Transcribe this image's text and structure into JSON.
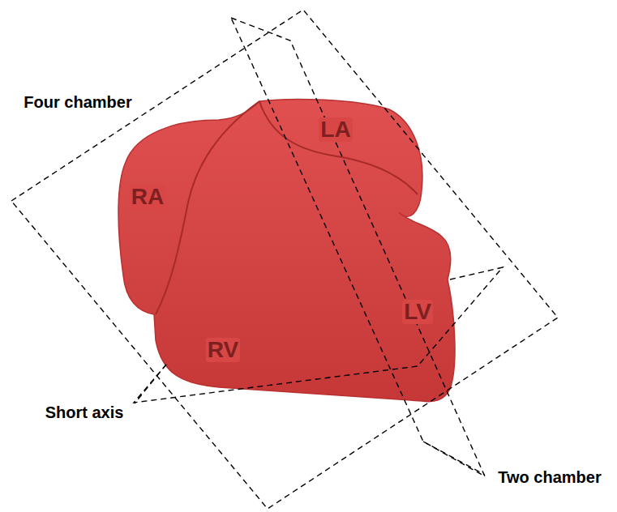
{
  "diagram": {
    "labels": [
      "Four chamber",
      "LA",
      "RA",
      "LV",
      "RV",
      "Short axis",
      "Two chamber"
    ]
  }
}
